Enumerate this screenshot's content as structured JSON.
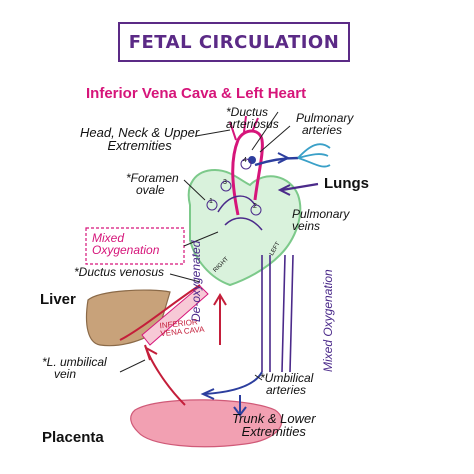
{
  "title": "FETAL CIRCULATION",
  "subtitle": "Inferior Vena Cava & Left Heart",
  "labels": {
    "ductus_arteriosus_l1": "*Ductus",
    "ductus_arteriosus_l2": "arteriosus",
    "pulmonary_arteries_l1": "Pulmonary",
    "pulmonary_arteries_l2": "arteries",
    "head_neck_l1": "Head, Neck & Upper",
    "head_neck_l2": "Extremities",
    "foramen_ovale_l1": "*Foramen",
    "foramen_ovale_l2": "ovale",
    "lungs": "Lungs",
    "pulmonary_veins_l1": "Pulmonary",
    "pulmonary_veins_l2": "veins",
    "mixed_oxygenation_box_l1": "Mixed",
    "mixed_oxygenation_box_l2": "Oxygenation",
    "ductus_venosus": "*Ductus venosus",
    "liver": "Liver",
    "inferior_vena_cava_l1": "INFERIOR",
    "inferior_vena_cava_l2": "VENA CAVA",
    "l_umbilical_vein_l1": "*L. umbilical",
    "l_umbilical_vein_l2": "vein",
    "deoxygenated": "De-oxygenated",
    "mixed_oxygenation_vertical": "Mixed Oxygenation",
    "right": "RIGHT",
    "left": "LEFT",
    "umbilical_arteries_l1": "*Umbilical",
    "umbilical_arteries_l2": "arteries",
    "trunk_lower_l1": "Trunk & Lower",
    "trunk_lower_l2": "Extremities",
    "placenta": "Placenta",
    "chamber_1": "1",
    "chamber_2": "2",
    "chamber_3": "3",
    "chamber_4": "4"
  },
  "colors": {
    "title": "#5b2a86",
    "subtitle": "#d6157a",
    "heart_fill": "#d9f2dc",
    "heart_stroke": "#7cc98a",
    "liver_fill": "#c8a27a",
    "placenta_fill": "#f2a0b2",
    "aorta": "#d6157a",
    "vessel_blue": "#2c3e9e",
    "vessel_red": "#c41e3a",
    "lung_vessel": "#3aa0c8"
  }
}
